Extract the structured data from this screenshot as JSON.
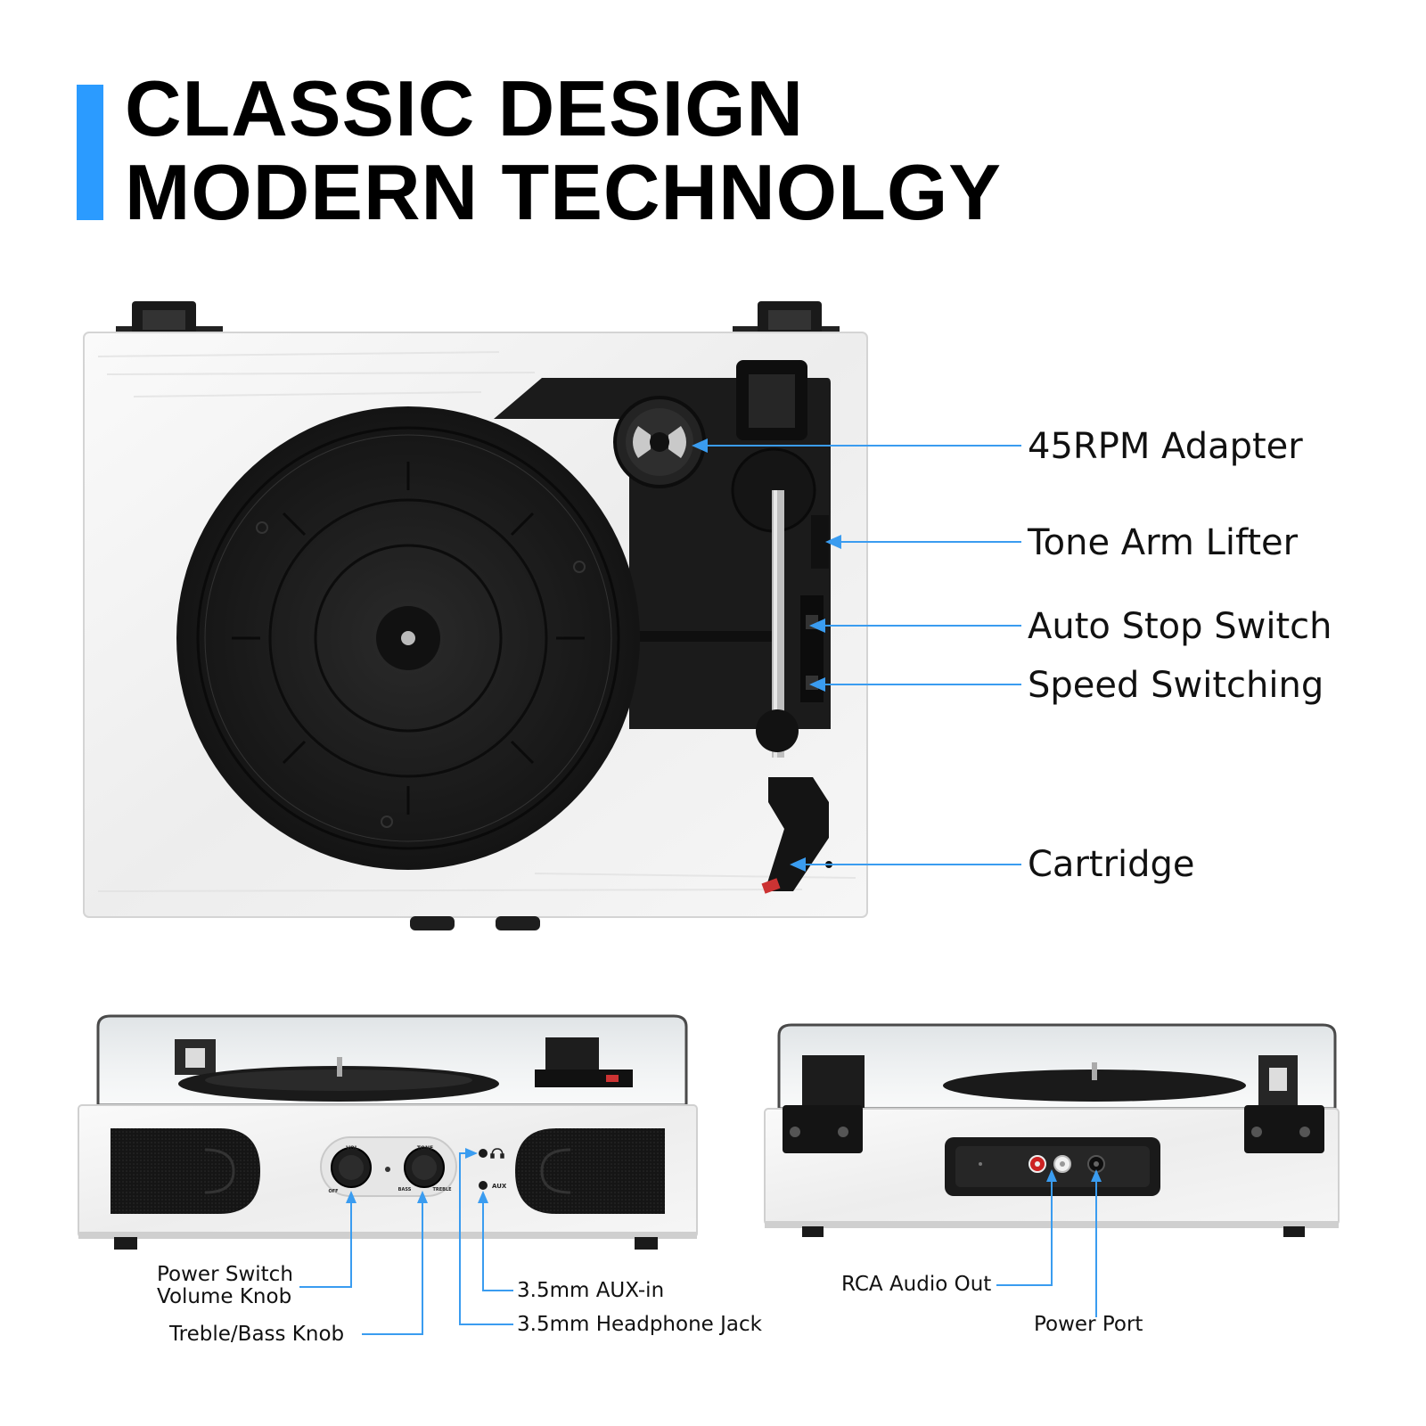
{
  "headline": {
    "line1": "CLASSIC DESIGN",
    "line2": "MODERN TECHNOLGY"
  },
  "colors": {
    "accent": "#2b9bff",
    "leader": "#3a9cf0",
    "platter": "#1c1c1c",
    "wood": "#f1f1f1"
  },
  "top_view": {
    "callouts": {
      "adapter": "45RPM Adapter",
      "lifter": "Tone Arm Lifter",
      "auto_stop": "Auto Stop Switch",
      "speed": "Speed Switching",
      "cartridge": "Cartridge"
    }
  },
  "front_view": {
    "panel_labels": {
      "vol": "VOL",
      "tone": "TONE",
      "off": "OFF",
      "bass": "BASS",
      "treble": "TREBLE",
      "aux": "AUX"
    },
    "callouts": {
      "power_line1": "Power Switch",
      "power_line2": "Volume Knob",
      "treble_bass": "Treble/Bass Knob",
      "aux_in": "3.5mm AUX-in",
      "headphone": "3.5mm Headphone Jack"
    }
  },
  "rear_view": {
    "callouts": {
      "rca": "RCA Audio Out",
      "power_port": "Power Port"
    }
  }
}
